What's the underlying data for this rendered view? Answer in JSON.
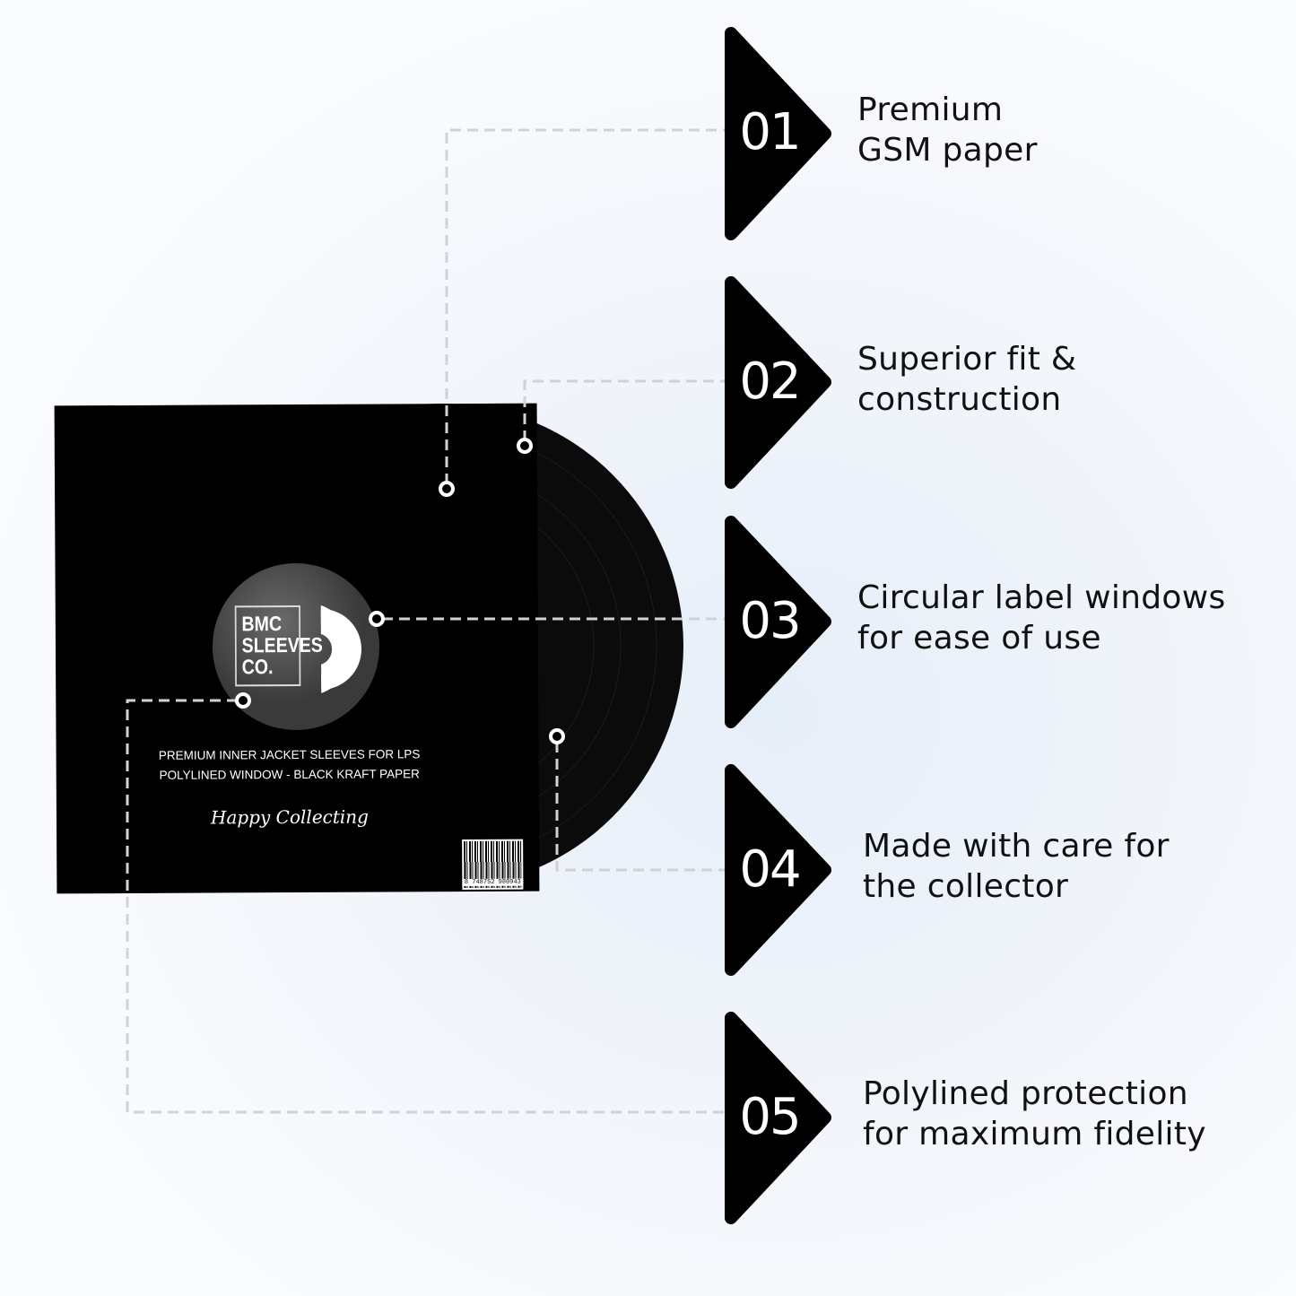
{
  "product": {
    "logo_text": [
      "BMC",
      "SLEEVES",
      "CO."
    ],
    "line1": "PREMIUM INNER JACKET SLEEVES FOR LPS",
    "line2": "POLYLINED WINDOW - BLACK KRAFT PAPER",
    "tagline": "Happy Collecting",
    "barcode_number": "8 748752 980943"
  },
  "features": [
    {
      "number": "01",
      "line1": "Premium",
      "line2": "GSM paper"
    },
    {
      "number": "02",
      "line1": "Superior fit &",
      "line2": "construction"
    },
    {
      "number": "03",
      "line1": "Circular label windows",
      "line2": "for ease of use"
    },
    {
      "number": "04",
      "line1": "Made with care for",
      "line2": "the collector"
    },
    {
      "number": "05",
      "line1": "Polylined protection",
      "line2": "for maximum fidelity"
    }
  ],
  "colors": {
    "marker": "#000000",
    "dashed_line": "#cfd3d8",
    "text": "#111111"
  }
}
